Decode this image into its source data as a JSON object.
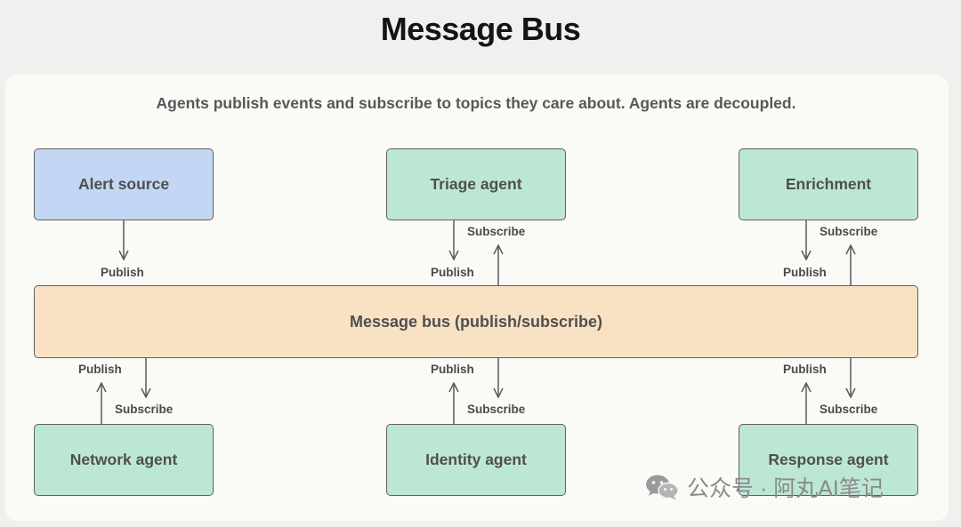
{
  "title": "Message Bus",
  "subtitle": "Agents publish events and subscribe to topics they care about. Agents are decoupled.",
  "nodes": {
    "alert_source": "Alert source",
    "triage_agent": "Triage agent",
    "enrichment": "Enrichment",
    "message_bus": "Message bus (publish/subscribe)",
    "network_agent": "Network agent",
    "identity_agent": "Identity agent",
    "response_agent": "Response agent"
  },
  "edge_labels": {
    "publish": "Publish",
    "subscribe": "Subscribe"
  },
  "watermark": {
    "icon": "wechat-icon",
    "text": "公众号 · 阿丸AI笔记"
  },
  "colors": {
    "source_fill": "#c3d6f3",
    "agent_fill": "#bde7d5",
    "bus_fill": "#f9e2c4"
  }
}
